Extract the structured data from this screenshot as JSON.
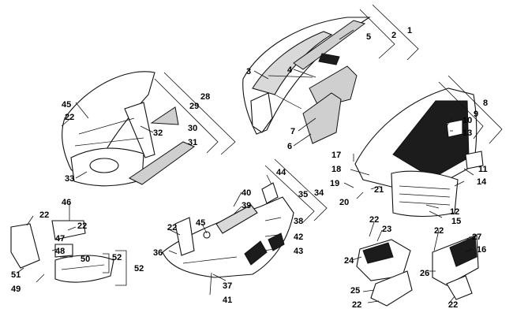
{
  "diagram": {
    "labels": [
      "1",
      "2",
      "3",
      "4",
      "5",
      "6",
      "7",
      "8",
      "9",
      "10",
      "11",
      "12",
      "13",
      "14",
      "15",
      "16",
      "17",
      "18",
      "19",
      "20",
      "21",
      "22",
      "23",
      "24",
      "25",
      "26",
      "27",
      "28",
      "29",
      "30",
      "31",
      "32",
      "33",
      "34",
      "35",
      "36",
      "37",
      "38",
      "39",
      "40",
      "41",
      "42",
      "43",
      "44",
      "45",
      "46",
      "47",
      "48",
      "49",
      "50",
      "51",
      "52"
    ],
    "colors": {
      "line": "#111111",
      "foam": "#cfcfcf",
      "dark_panel": "#1c1c1c",
      "background": "#ffffff"
    }
  }
}
